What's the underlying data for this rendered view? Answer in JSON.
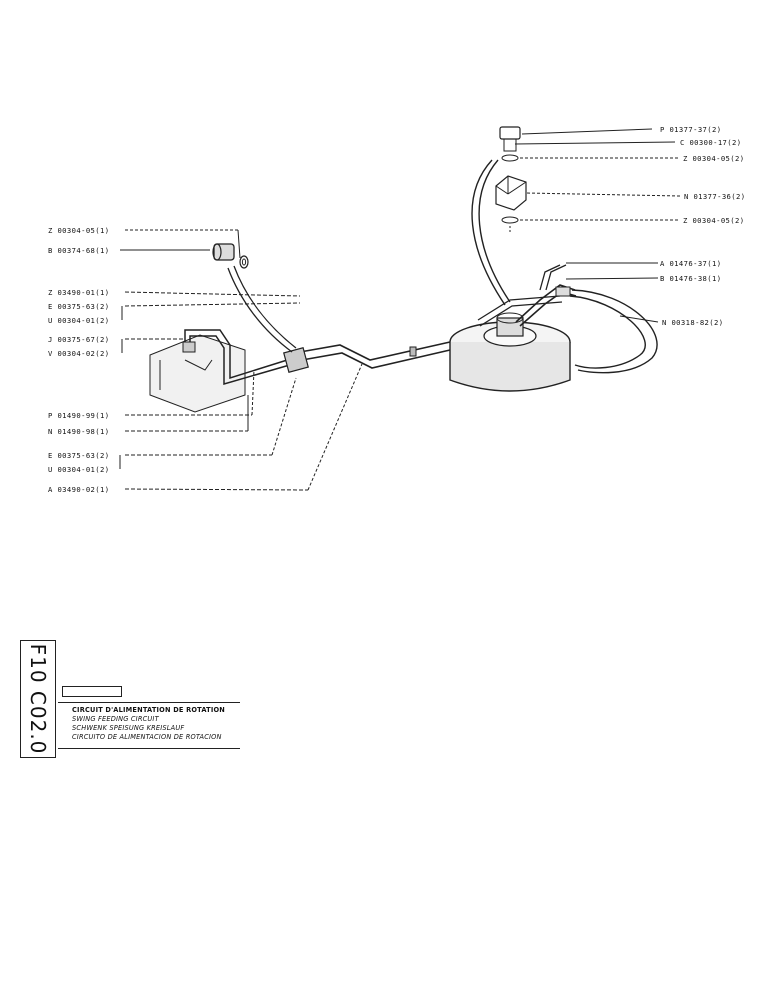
{
  "labels": {
    "p_01377_37": "P 01377-37(2)",
    "c_00300_17": "C 00300-17(2)",
    "z_00304_05_top": "Z 00304-05(2)",
    "n_01377_36": "N 01377-36(2)",
    "z_00304_05_mid": "Z 00304-05(2)",
    "a_01476_37": "A 01476-37(1)",
    "b_01476_38": "B 01476-38(1)",
    "n_00318_82": "N 00318-82(2)",
    "z_00304_05_left": "Z 00304-05(1)",
    "b_00374_68": "B 00374-68(1)",
    "z_03490_01": "Z 03490-01(1)",
    "e_00375_63_a": "E 00375-63(2)",
    "u_00304_01_a": "U 00304-01(2)",
    "j_00375_67": "J 00375-67(2)",
    "v_00304_02": "V 00304-02(2)",
    "p_01490_99": "P 01490-99(1)",
    "n_01490_98": "N 01490-98(1)",
    "e_00375_63_b": "E 00375-63(2)",
    "u_00304_01_b": "U 00304-01(2)",
    "a_03490_02": "A 03490-02(1)"
  },
  "side_code": "F10 C02.0",
  "title_block": {
    "tag": "",
    "fr": "CIRCUIT D'ALIMENTATION DE ROTATION",
    "en": "SWING FEEDING CIRCUIT",
    "de": "SCHWENK SPEISUNG KREISLAUF",
    "es": "CIRCUITO DE ALIMENTACION DE ROTACION",
    "side_num": ""
  }
}
